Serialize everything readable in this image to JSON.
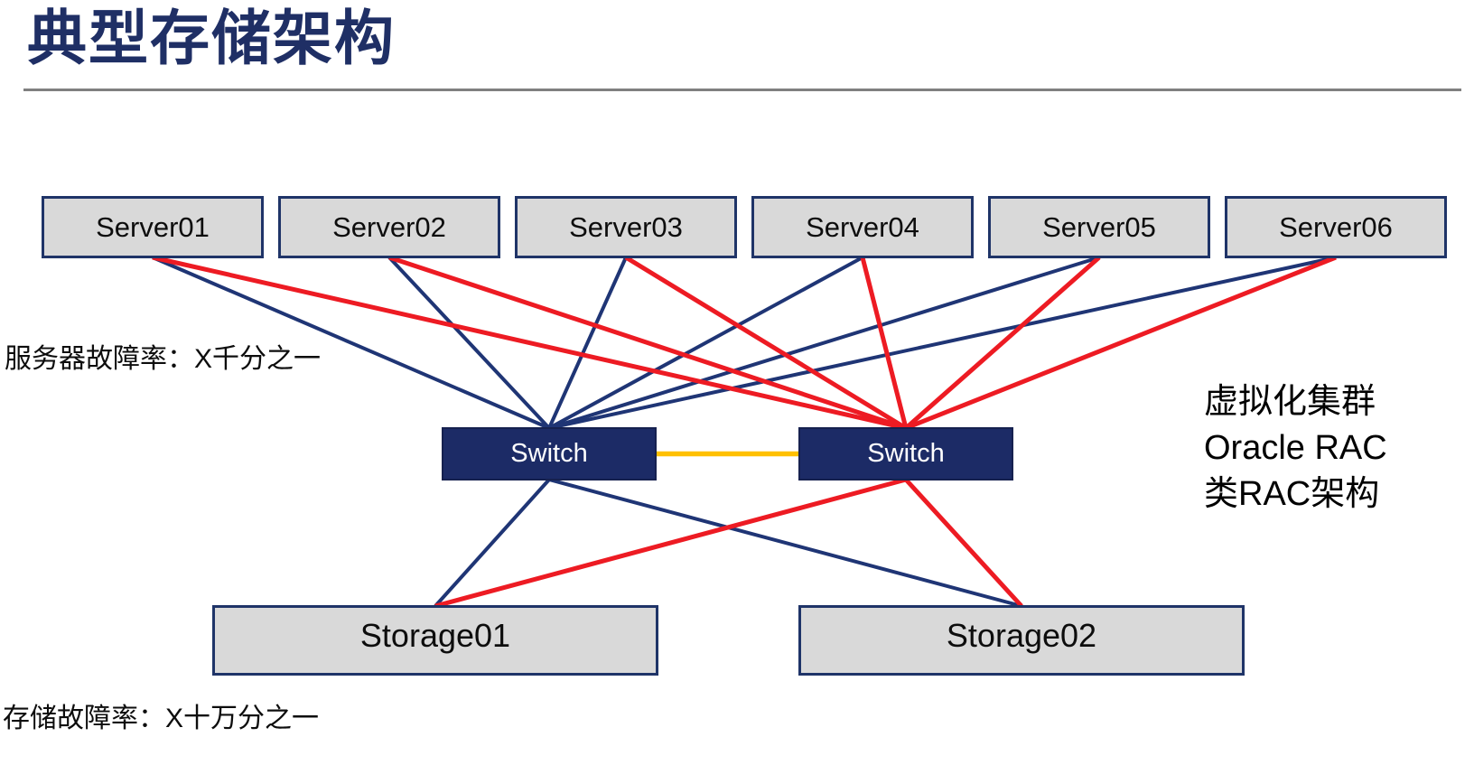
{
  "title": "典型存储架构",
  "labels": {
    "server_failure_rate": "服务器故障率：X千分之一",
    "storage_failure_rate": "存储故障率：X十万分之一"
  },
  "annotation": {
    "line1": "虚拟化集群",
    "line2": "Oracle RAC",
    "line3": "类RAC架构"
  },
  "nodes": {
    "servers": [
      "Server01",
      "Server02",
      "Server03",
      "Server04",
      "Server05",
      "Server06"
    ],
    "switch_left": "Switch",
    "switch_right": "Switch",
    "storages": [
      "Storage01",
      "Storage02"
    ]
  },
  "colors": {
    "title": "#1f2f65",
    "rule": "#808080",
    "node_fill": "#d9d9d9",
    "node_border": "#1f3468",
    "switch_fill": "#1c2b66",
    "navy_link": "#1f3575",
    "red_link": "#ed1b23",
    "yellow_link": "#ffc000"
  },
  "links": [
    {
      "from": "server-0",
      "to": "switch-left",
      "color": "navy"
    },
    {
      "from": "server-1",
      "to": "switch-left",
      "color": "navy"
    },
    {
      "from": "server-2",
      "to": "switch-left",
      "color": "navy"
    },
    {
      "from": "server-3",
      "to": "switch-left",
      "color": "navy"
    },
    {
      "from": "server-4",
      "to": "switch-left",
      "color": "navy"
    },
    {
      "from": "server-5",
      "to": "switch-left",
      "color": "navy"
    },
    {
      "from": "server-0",
      "to": "switch-right",
      "color": "red"
    },
    {
      "from": "server-1",
      "to": "switch-right",
      "color": "red"
    },
    {
      "from": "server-2",
      "to": "switch-right",
      "color": "red"
    },
    {
      "from": "server-3",
      "to": "switch-right",
      "color": "red"
    },
    {
      "from": "server-4",
      "to": "switch-right",
      "color": "red"
    },
    {
      "from": "server-5",
      "to": "switch-right",
      "color": "red"
    },
    {
      "from": "switch-left",
      "to": "switch-right",
      "color": "yellow"
    },
    {
      "from": "switch-left",
      "to": "storage-0",
      "color": "navy"
    },
    {
      "from": "switch-left",
      "to": "storage-1",
      "color": "navy"
    },
    {
      "from": "switch-right",
      "to": "storage-0",
      "color": "red"
    },
    {
      "from": "switch-right",
      "to": "storage-1",
      "color": "red"
    }
  ]
}
